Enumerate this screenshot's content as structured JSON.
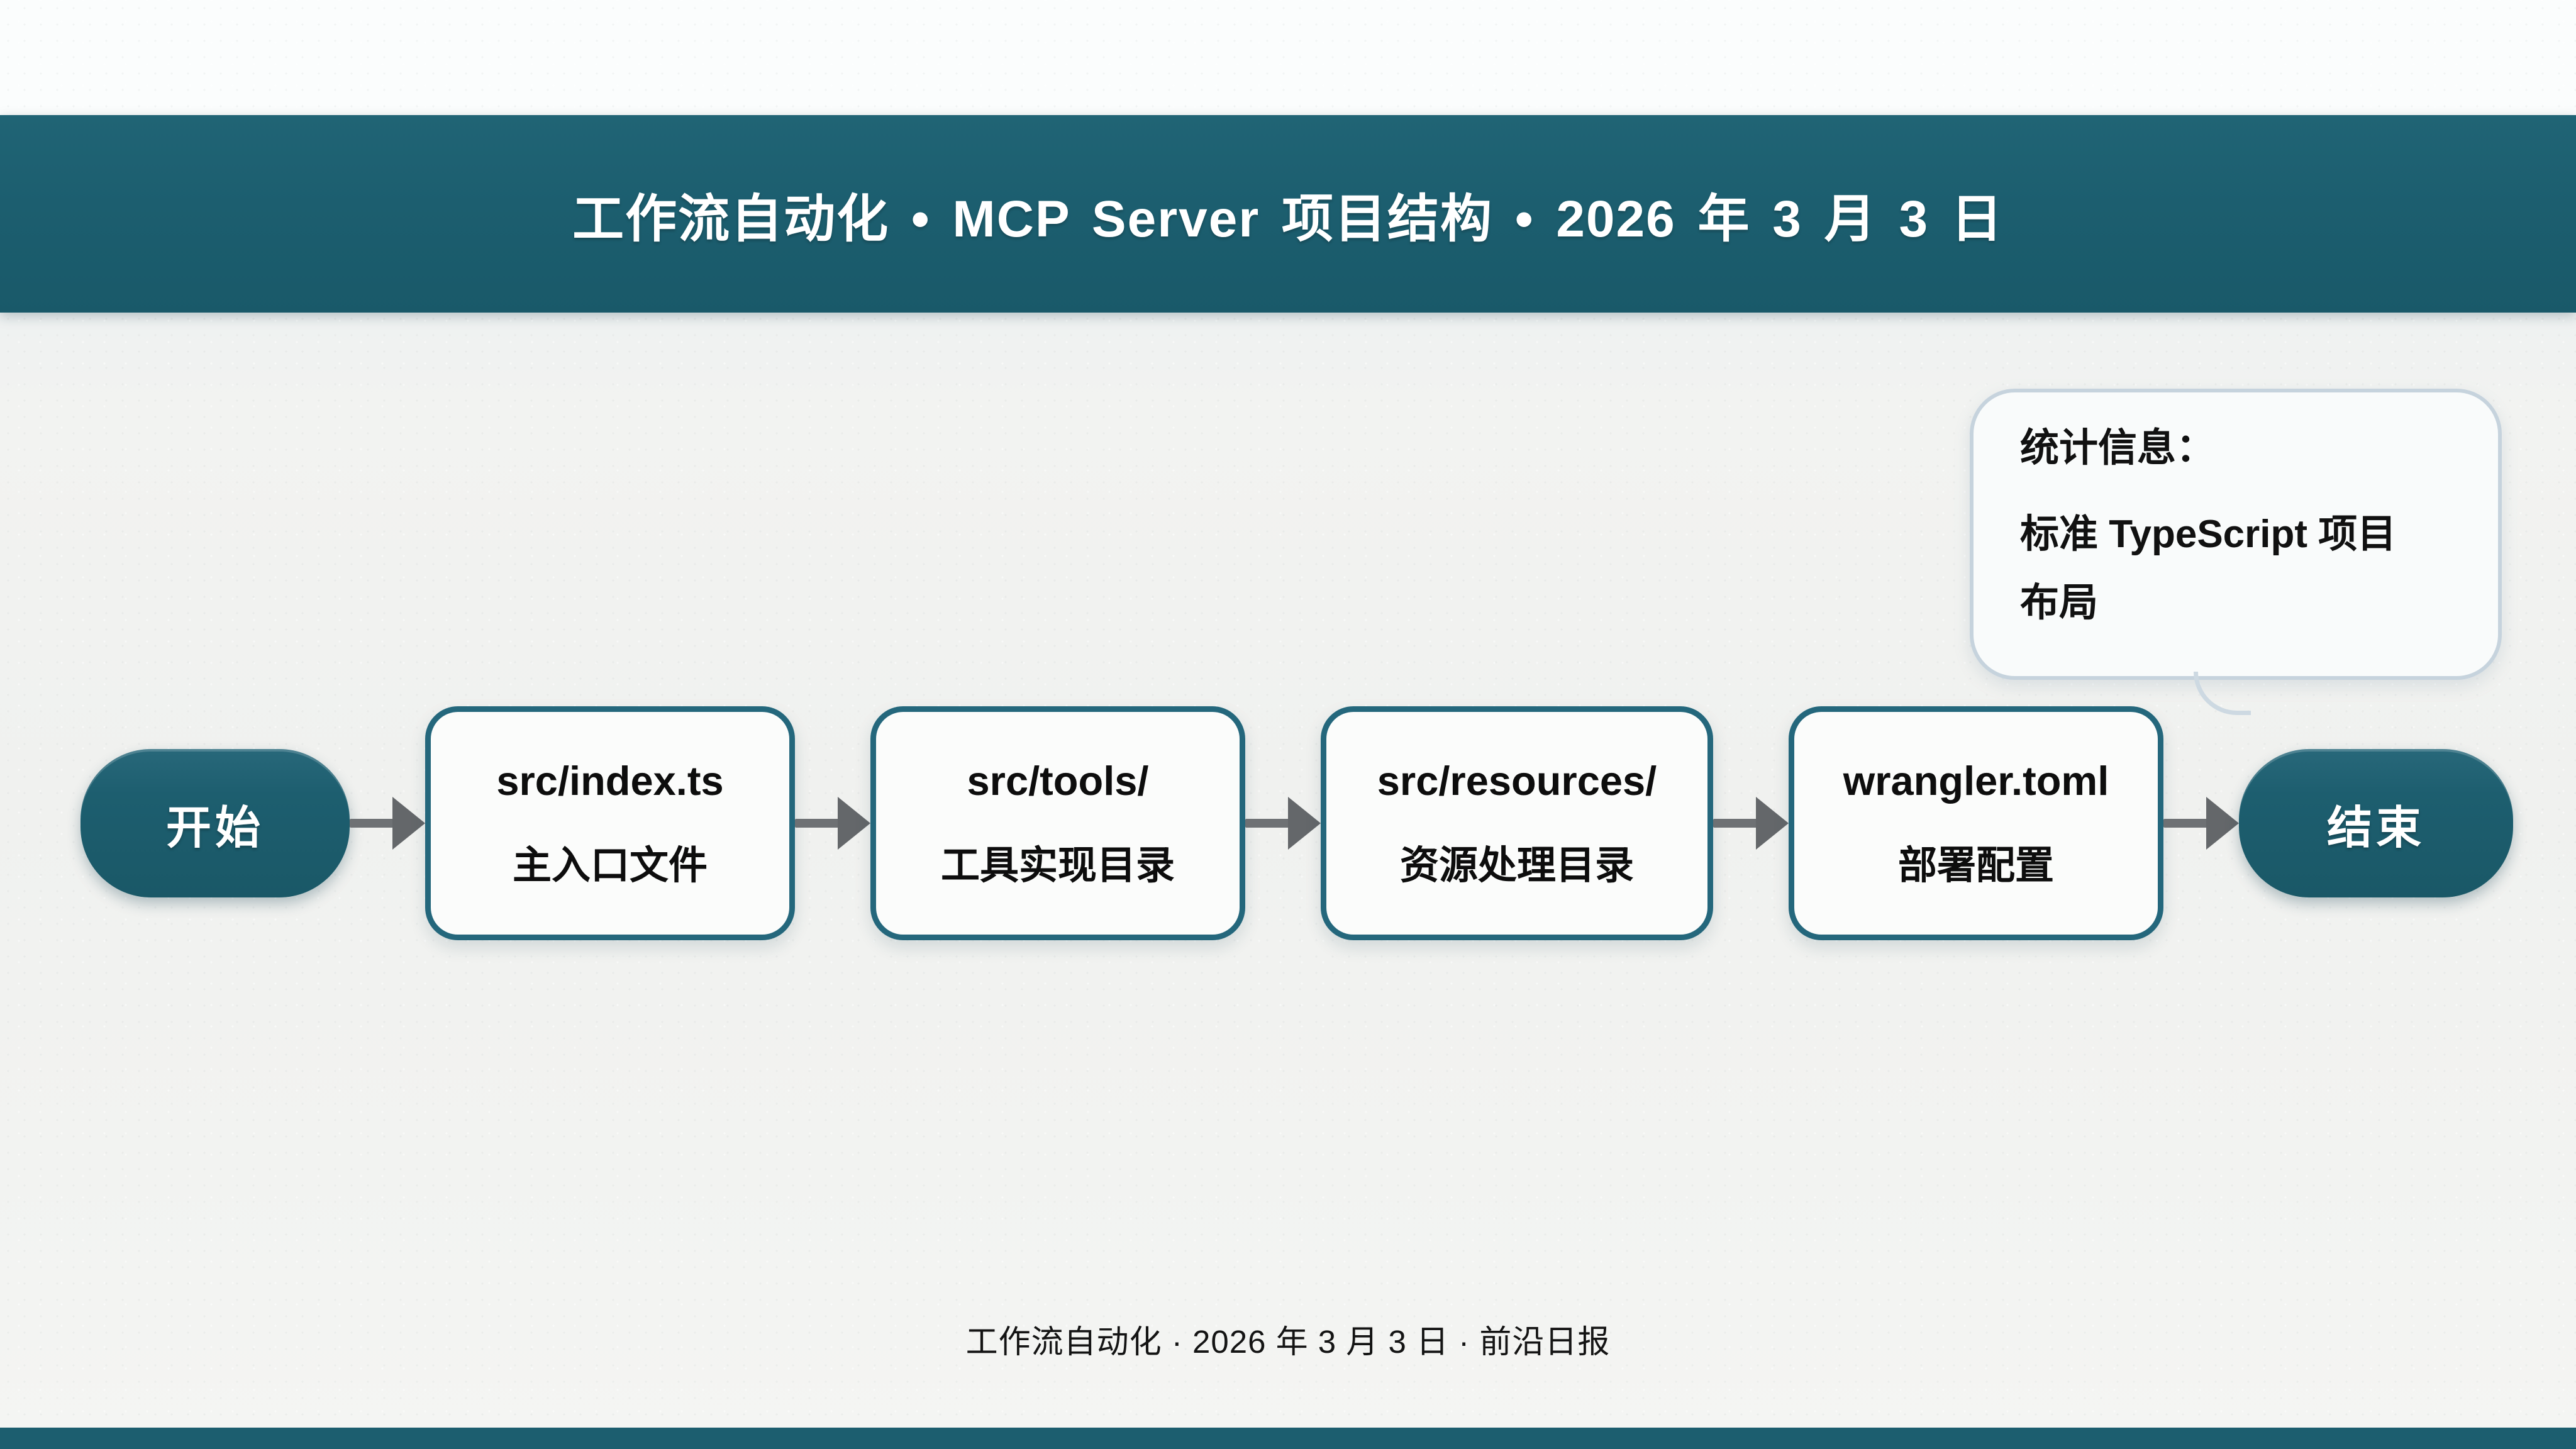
{
  "header": {
    "title": "工作流自动化  •  MCP Server 项目结构  •  2026 年 3 月 3 日"
  },
  "callout": {
    "title": "统计信息：",
    "body": "标准 TypeScript 项目布局"
  },
  "flow": {
    "start_label": "开始",
    "end_label": "结束",
    "steps": [
      {
        "file": "src/index.ts",
        "desc": "主入口文件"
      },
      {
        "file": "src/tools/",
        "desc": "工具实现目录"
      },
      {
        "file": "src/resources/",
        "desc": "资源处理目录"
      },
      {
        "file": "wrangler.toml",
        "desc": "部署配置"
      }
    ]
  },
  "footer": {
    "text": "工作流自动化 · 2026 年 3 月 3 日 · 前沿日报"
  },
  "colors": {
    "teal_band": "#1c5e6f",
    "node_border": "#24677c",
    "arrow_gray": "#6e7174",
    "callout_border": "#c6d3dd",
    "background": "#f1f2f0"
  }
}
